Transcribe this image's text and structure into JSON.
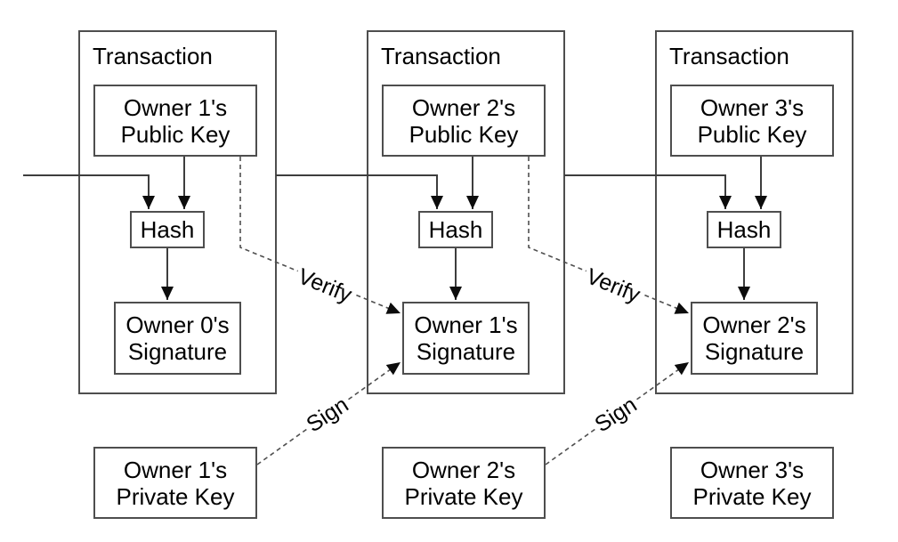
{
  "diagram_title": "Transaction chain diagram",
  "colors": {
    "background": "#ffffff",
    "box_border": "#4e4e4e",
    "solid_line": "#3d3d3d",
    "dashed_line": "#4f4f4f",
    "arrowhead": "#0c0c0c",
    "text": "#000000"
  },
  "transactions": [
    {
      "title": "Transaction",
      "public_key": "Owner 1's\nPublic Key",
      "hash": "Hash",
      "signature": "Owner 0's\nSignature"
    },
    {
      "title": "Transaction",
      "public_key": "Owner 2's\nPublic Key",
      "hash": "Hash",
      "signature": "Owner 1's\nSignature"
    },
    {
      "title": "Transaction",
      "public_key": "Owner 3's\nPublic Key",
      "hash": "Hash",
      "signature": "Owner 2's\nSignature"
    }
  ],
  "private_keys": [
    {
      "label": "Owner 1's\nPrivate Key"
    },
    {
      "label": "Owner 2's\nPrivate Key"
    },
    {
      "label": "Owner 3's\nPrivate Key"
    }
  ],
  "arrow_labels": {
    "verify": "Verify",
    "sign": "Sign"
  }
}
